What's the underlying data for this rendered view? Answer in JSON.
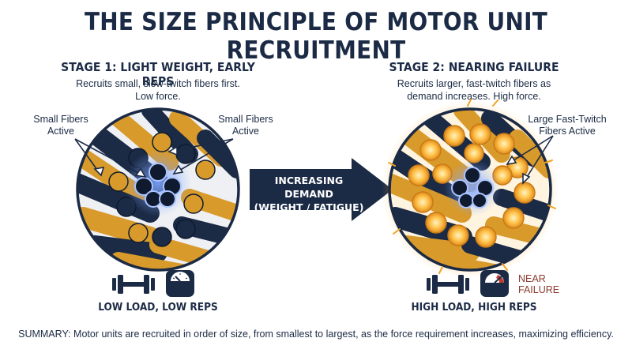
{
  "title": "THE SIZE PRINCIPLE OF MOTOR UNIT RECRUITMENT",
  "stage1": {
    "heading": "STAGE 1: LIGHT WEIGHT, EARLY REPS",
    "description": "Recruits small, slow-twitch fibers first. Low force.",
    "label_left": "Small Fibers Active",
    "label_right": "Small Fibers Active",
    "load": "LOW LOAD, LOW REPS",
    "icons": [
      "dumbbell-icon",
      "scale-icon"
    ]
  },
  "stage2": {
    "heading": "STAGE 2: NEARING FAILURE",
    "description": "Recruits larger, fast-twitch fibers as demand increases. High force.",
    "label_right": "Large Fast-Twitch Fibers Active",
    "near_failure": "NEAR FAILURE",
    "load": "HIGH LOAD, HIGH REPS",
    "icons": [
      "dumbbell-icon",
      "gauge-icon"
    ]
  },
  "arrow": {
    "line1": "INCREASING DEMAND",
    "line2": "(WEIGHT / FATIGUE)"
  },
  "summary": "SUMMARY: Motor units are recruited in order of size, from smallest to largest, as the force requirement increases, maximizing efficiency.",
  "colors": {
    "navy": "#1b2a45",
    "gold": "#d89a2a",
    "glow": "#ffc24a",
    "near_failure": "#8b3a2e"
  }
}
